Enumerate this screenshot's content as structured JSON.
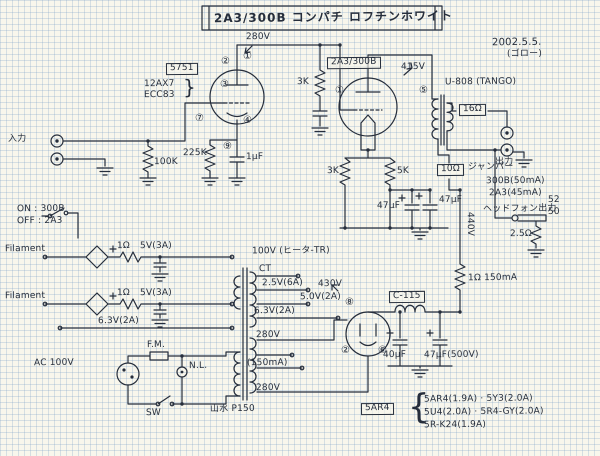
{
  "colors": {
    "ink": "#262e3c",
    "paper": "#f8f6ec",
    "grid_blue": "#a9c4de"
  },
  "labels": {
    "title": "2A3/300B コンパチ ロフチンホワイト",
    "date_line1": "2002.5.5.",
    "date_line2": "(ゴロー)",
    "v280_top": "280V",
    "tube1_name": "5751",
    "tube1_alt1": "12AX7",
    "tube1_alt2": "ECC83",
    "brace_right": "}",
    "tube2_name": "2A3/300B",
    "v415": "415V",
    "opt_name": "U-808 (TANGO)",
    "r16": "16Ω",
    "output": "出力",
    "input": "入力",
    "r3k_plate": "3K",
    "r3k_cathode": "3K",
    "r5k_cathode": "5K",
    "c47_a": "47μF",
    "c47_b": "47μF",
    "r100k": "100K",
    "r225k": "225K",
    "c1u": "1μF",
    "sw_on": "ON : 300B",
    "sw_off": "OFF : 2A3",
    "filament1": "Filament",
    "filament2": "Filament",
    "r1_a": "1Ω",
    "r1_b": "1Ω",
    "v5_a": "5V(3A)",
    "v5_b": "5V(3A)",
    "v63_a": "6.3V(2A)",
    "heater_tr": "100V (ヒータ-TR)",
    "ct": "CT",
    "v25": "2.5V(6A)",
    "v50": "5.0V(2A)",
    "v430": "430V",
    "v63_b": "6.3V(2A)",
    "v280_b": "280V",
    "ma150": "(150mA)",
    "v280_c": "280V",
    "ac100": "AC 100V",
    "fuse": "F.M.",
    "neon": "N.L.",
    "sw": "SW",
    "pt_name": "山水 P150",
    "rect_name": "5AR4",
    "rect_brace": "{",
    "rect_list1": "5AR4(1.9A) · 5Y3(2.0A)",
    "rect_list2": "5U4(2.0A) · 5R4-GY(2.0A)",
    "rect_list3": "5R-K24(1.9A)",
    "choke": "C-115",
    "r1_150": "1Ω 150mA",
    "r10_jumper": "10Ω",
    "jumper": "ジャンパー",
    "bias_300b": "300B(50mA)",
    "bias_2a3": "2A3(45mA)",
    "hp_out": "ヘッドフォン出力",
    "hp_52": "52",
    "hp_50": "50",
    "r25": "2.5Ω",
    "v440": "440V",
    "c40_a": "40μF",
    "c47_500": "47μF(500V)",
    "pin_a1": "①",
    "pin_a2": "②",
    "pin_a3": "③",
    "pin_a4": "④",
    "pin_a7": "⑦",
    "pin_a9": "⑨",
    "pin_b1": "①",
    "pin_b5": "⑤",
    "pin_r8": "⑧",
    "pin_r2": "②",
    "pin_r6": "⑥"
  }
}
